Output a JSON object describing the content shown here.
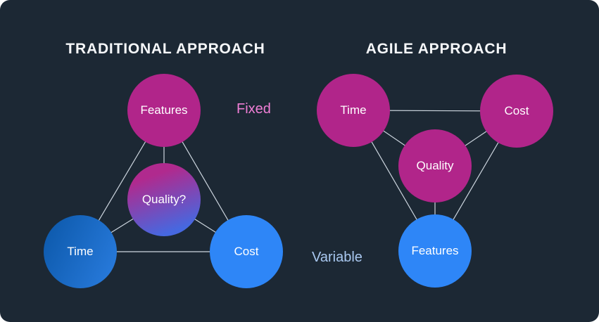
{
  "colors": {
    "background": "#1c2834",
    "magenta": "#b1258a",
    "blue": "#2e86f7",
    "line": "#cdd6df",
    "title": "#f5f7f9",
    "fixed_label": "#f07fd6",
    "variable_label": "#a9c8f0",
    "quality_gradient_start": "#b02a8e",
    "quality_gradient_end": "#4668e0",
    "time_gradient_start": "#0b57a8",
    "time_gradient_end": "#2a7de0"
  },
  "diagrams": [
    {
      "title": "TRADITIONAL APPROACH",
      "annotation": "Fixed",
      "nodes": [
        {
          "id": "features",
          "label": "Features"
        },
        {
          "id": "quality",
          "label": "Quality?"
        },
        {
          "id": "time",
          "label": "Time"
        },
        {
          "id": "cost",
          "label": "Cost"
        }
      ]
    },
    {
      "title": "AGILE APPROACH",
      "annotation": "Variable",
      "nodes": [
        {
          "id": "time",
          "label": "Time"
        },
        {
          "id": "cost",
          "label": "Cost"
        },
        {
          "id": "quality",
          "label": "Quality"
        },
        {
          "id": "features",
          "label": "Features"
        }
      ]
    }
  ]
}
